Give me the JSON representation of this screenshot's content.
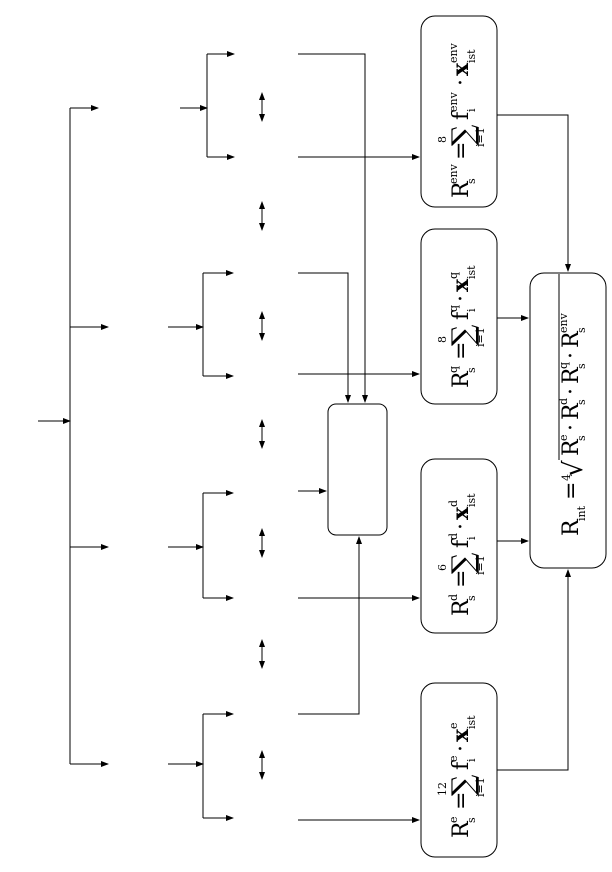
{
  "formulas": {
    "env": {
      "lhs": "R",
      "lhs_sup": "env",
      "lhs_sub": "s",
      "eq": "=",
      "sum_upper": "8",
      "sum_symbol": "∑",
      "sum_lower": "i=1",
      "f": "f",
      "f_sup": "env",
      "f_sub": "i",
      "dot": "·",
      "x": "x",
      "x_sup": "env",
      "x_sub": "ist"
    },
    "q": {
      "lhs": "R",
      "lhs_sup": "q",
      "lhs_sub": "s",
      "eq": "=",
      "sum_upper": "8",
      "sum_symbol": "∑",
      "sum_lower": "i=1",
      "f": "f",
      "f_sup": "q",
      "f_sub": "i",
      "dot": "·",
      "x": "x",
      "x_sup": "q",
      "x_sub": "ist"
    },
    "d": {
      "lhs": "R",
      "lhs_sup": "d",
      "lhs_sub": "s",
      "eq": "=",
      "sum_upper": "6",
      "sum_symbol": "∑",
      "sum_lower": "i=1",
      "f": "f",
      "f_sup": "d",
      "f_sub": "i",
      "dot": "·",
      "x": "x",
      "x_sup": "d",
      "x_sub": "ist"
    },
    "e": {
      "lhs": "R",
      "lhs_sup": "e",
      "lhs_sub": "s",
      "eq": "=",
      "sum_upper": "12",
      "sum_symbol": "∑",
      "sum_lower": "i=1",
      "f": "f",
      "f_sup": "e",
      "f_sub": "i",
      "dot": "·",
      "x": "x",
      "x_sup": "e",
      "x_sub": "ist"
    },
    "int": {
      "lhs": "R",
      "lhs_sub": "int",
      "eq": "=",
      "root_index": "4",
      "root_symbol": "√",
      "t1": "R",
      "t1_sup": "e",
      "t1_sub": "s",
      "t2": "R",
      "t2_sup": "d",
      "t2_sub": "s",
      "t3": "R",
      "t3_sup": "q",
      "t3_sub": "s",
      "t4": "R",
      "t4_sup": "env",
      "t4_sub": "s",
      "dot": "·"
    }
  },
  "center_box_label": ""
}
